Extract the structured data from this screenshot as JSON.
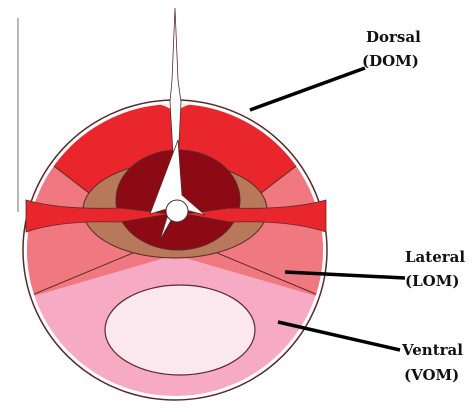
{
  "labels": {
    "dorsal": "Dorsal",
    "dorsal_abbr": "(DOM)",
    "lateral": "Lateral",
    "lateral_abbr": "(LOM)",
    "ventral": "Ventral",
    "ventral_abbr": "(VOM)"
  },
  "colors": {
    "dorsal_region": "#e8262c",
    "lateral_region": "#f07880",
    "ventral_region": "#f7aac4",
    "ventral_core": "#fbe8ef",
    "inner_ring": "#b8785a",
    "central_core": "#8c0a14",
    "dorsal_cap": "#f08a30",
    "outline": "#5a2a2a",
    "leader_line": "#000000"
  }
}
